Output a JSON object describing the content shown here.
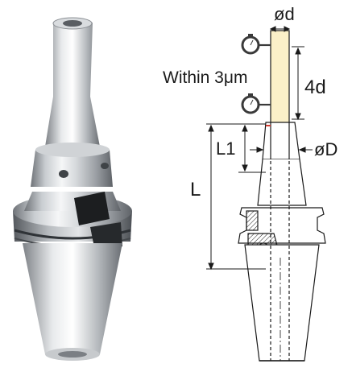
{
  "labels": {
    "od_small": "ød",
    "four_d": "4d",
    "within": "Within 3μm",
    "l1": "L1",
    "od_large": "øD",
    "l": "L"
  },
  "colors": {
    "tool_fill": "#fbf0c8",
    "line": "#1a1a1a",
    "metal_light": "#e6e8ea",
    "metal_dark": "#6f7378",
    "gauge": "#3a3a3a",
    "red_mark": "#d33a2f"
  },
  "icons": {
    "gauge_top": "dial-gauge-icon",
    "gauge_mid": "dial-gauge-icon"
  }
}
